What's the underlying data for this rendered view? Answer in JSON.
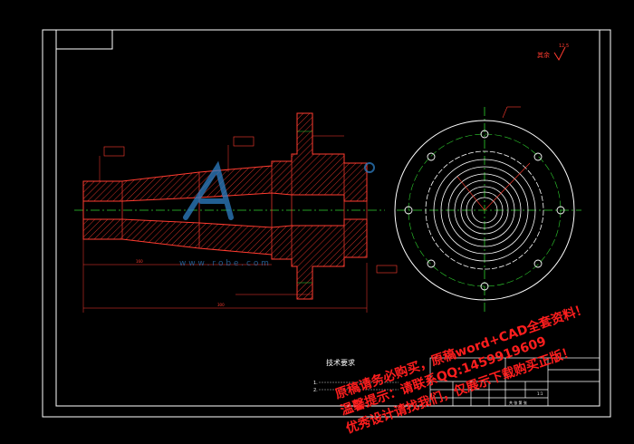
{
  "drawing": {
    "technical_requirements_title": "技术要求",
    "requirement_1": "1.",
    "requirement_2": "2.",
    "roughness_label": "其余",
    "roughness_value": "12.5",
    "scale_text": "1:1",
    "sheet_text": "共 张 第 张"
  },
  "watermark": {
    "line_1": "原稿请务必购买，原稿word+CAD全套资料！",
    "line_2": "温馨提示：请联系QQ:1459919609",
    "line_3": "优秀设计请找我们，仅展示下载购买正版！",
    "site": "w w w . r o b e . c o m"
  },
  "colors": {
    "background": "#000000",
    "border": "#ffffff",
    "part": "#ff3b2f",
    "centerline": "#2fd12f",
    "dimension": "#ff3b2f",
    "watermark_red": "#ff1e1e",
    "watermark_blue": "#2e7fc4"
  }
}
